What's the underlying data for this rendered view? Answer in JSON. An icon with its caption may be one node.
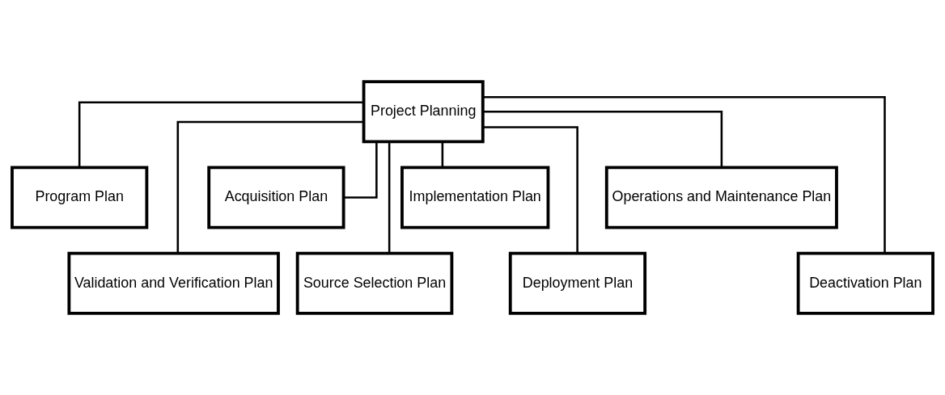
{
  "diagram": {
    "nodes": [
      {
        "text": [
          "Project Planning"
        ]
      },
      {
        "text": [
          "Program Plan"
        ]
      },
      {
        "text": [
          "Validation and Verification Plan"
        ]
      },
      {
        "text": [
          "Acquisition Plan"
        ]
      },
      {
        "text": [
          "Source Selection Plan"
        ]
      },
      {
        "text": [
          "Implementation Plan"
        ]
      },
      {
        "text": [
          "Deployment Plan"
        ]
      },
      {
        "text": [
          "Operations and Maintenance Plan"
        ]
      },
      {
        "text": [
          "Deactivation Plan"
        ]
      }
    ],
    "edges": [
      {
        "from": 0,
        "to": 1,
        "arrow": "none"
      },
      {
        "from": 0,
        "to": 2,
        "arrow": "none"
      },
      {
        "from": 0,
        "to": 3,
        "arrow": "none"
      },
      {
        "from": 0,
        "to": 4,
        "arrow": "none"
      },
      {
        "from": 0,
        "to": 5,
        "arrow": "none"
      },
      {
        "from": 0,
        "to": 6,
        "arrow": "none"
      },
      {
        "from": 0,
        "to": 7,
        "arrow": "none"
      },
      {
        "from": 0,
        "to": 8,
        "arrow": "none"
      }
    ]
  }
}
